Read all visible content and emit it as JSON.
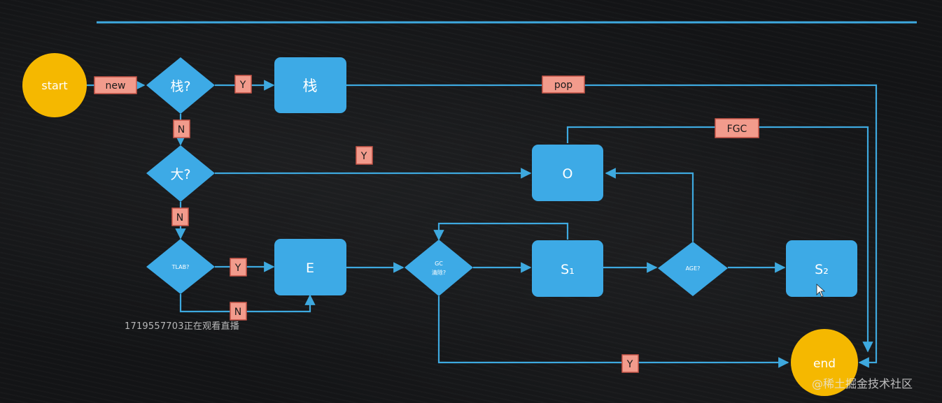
{
  "colors": {
    "line": "#3ea9df",
    "box": "#3daae6",
    "terminal": "#f5b800",
    "label_bg": "#f29b8c",
    "label_border": "#c9574a"
  },
  "nodes": {
    "start": "start",
    "end": "end",
    "stack_q": "栈?",
    "big_q": "大?",
    "tlab_q": "TLAB?",
    "gc_q_line1": "GC",
    "gc_q_line2": "清除?",
    "age_q": "AGE?",
    "stack_box": "栈",
    "old_box": "O",
    "eden_box": "E",
    "s1_box": "S₁",
    "s2_box": "S₂"
  },
  "edge_labels": {
    "new": "new",
    "stack_yes": "Y",
    "stack_no": "N",
    "big_yes": "Y",
    "big_no": "N",
    "tlab_yes": "Y",
    "tlab_no": "N",
    "pop": "pop",
    "fgc": "FGC",
    "gc_yes": "Y"
  },
  "overlay": {
    "viewer_text": "1719557703正在观看直播",
    "site_watermark": "@稀土掘金技术社区"
  }
}
